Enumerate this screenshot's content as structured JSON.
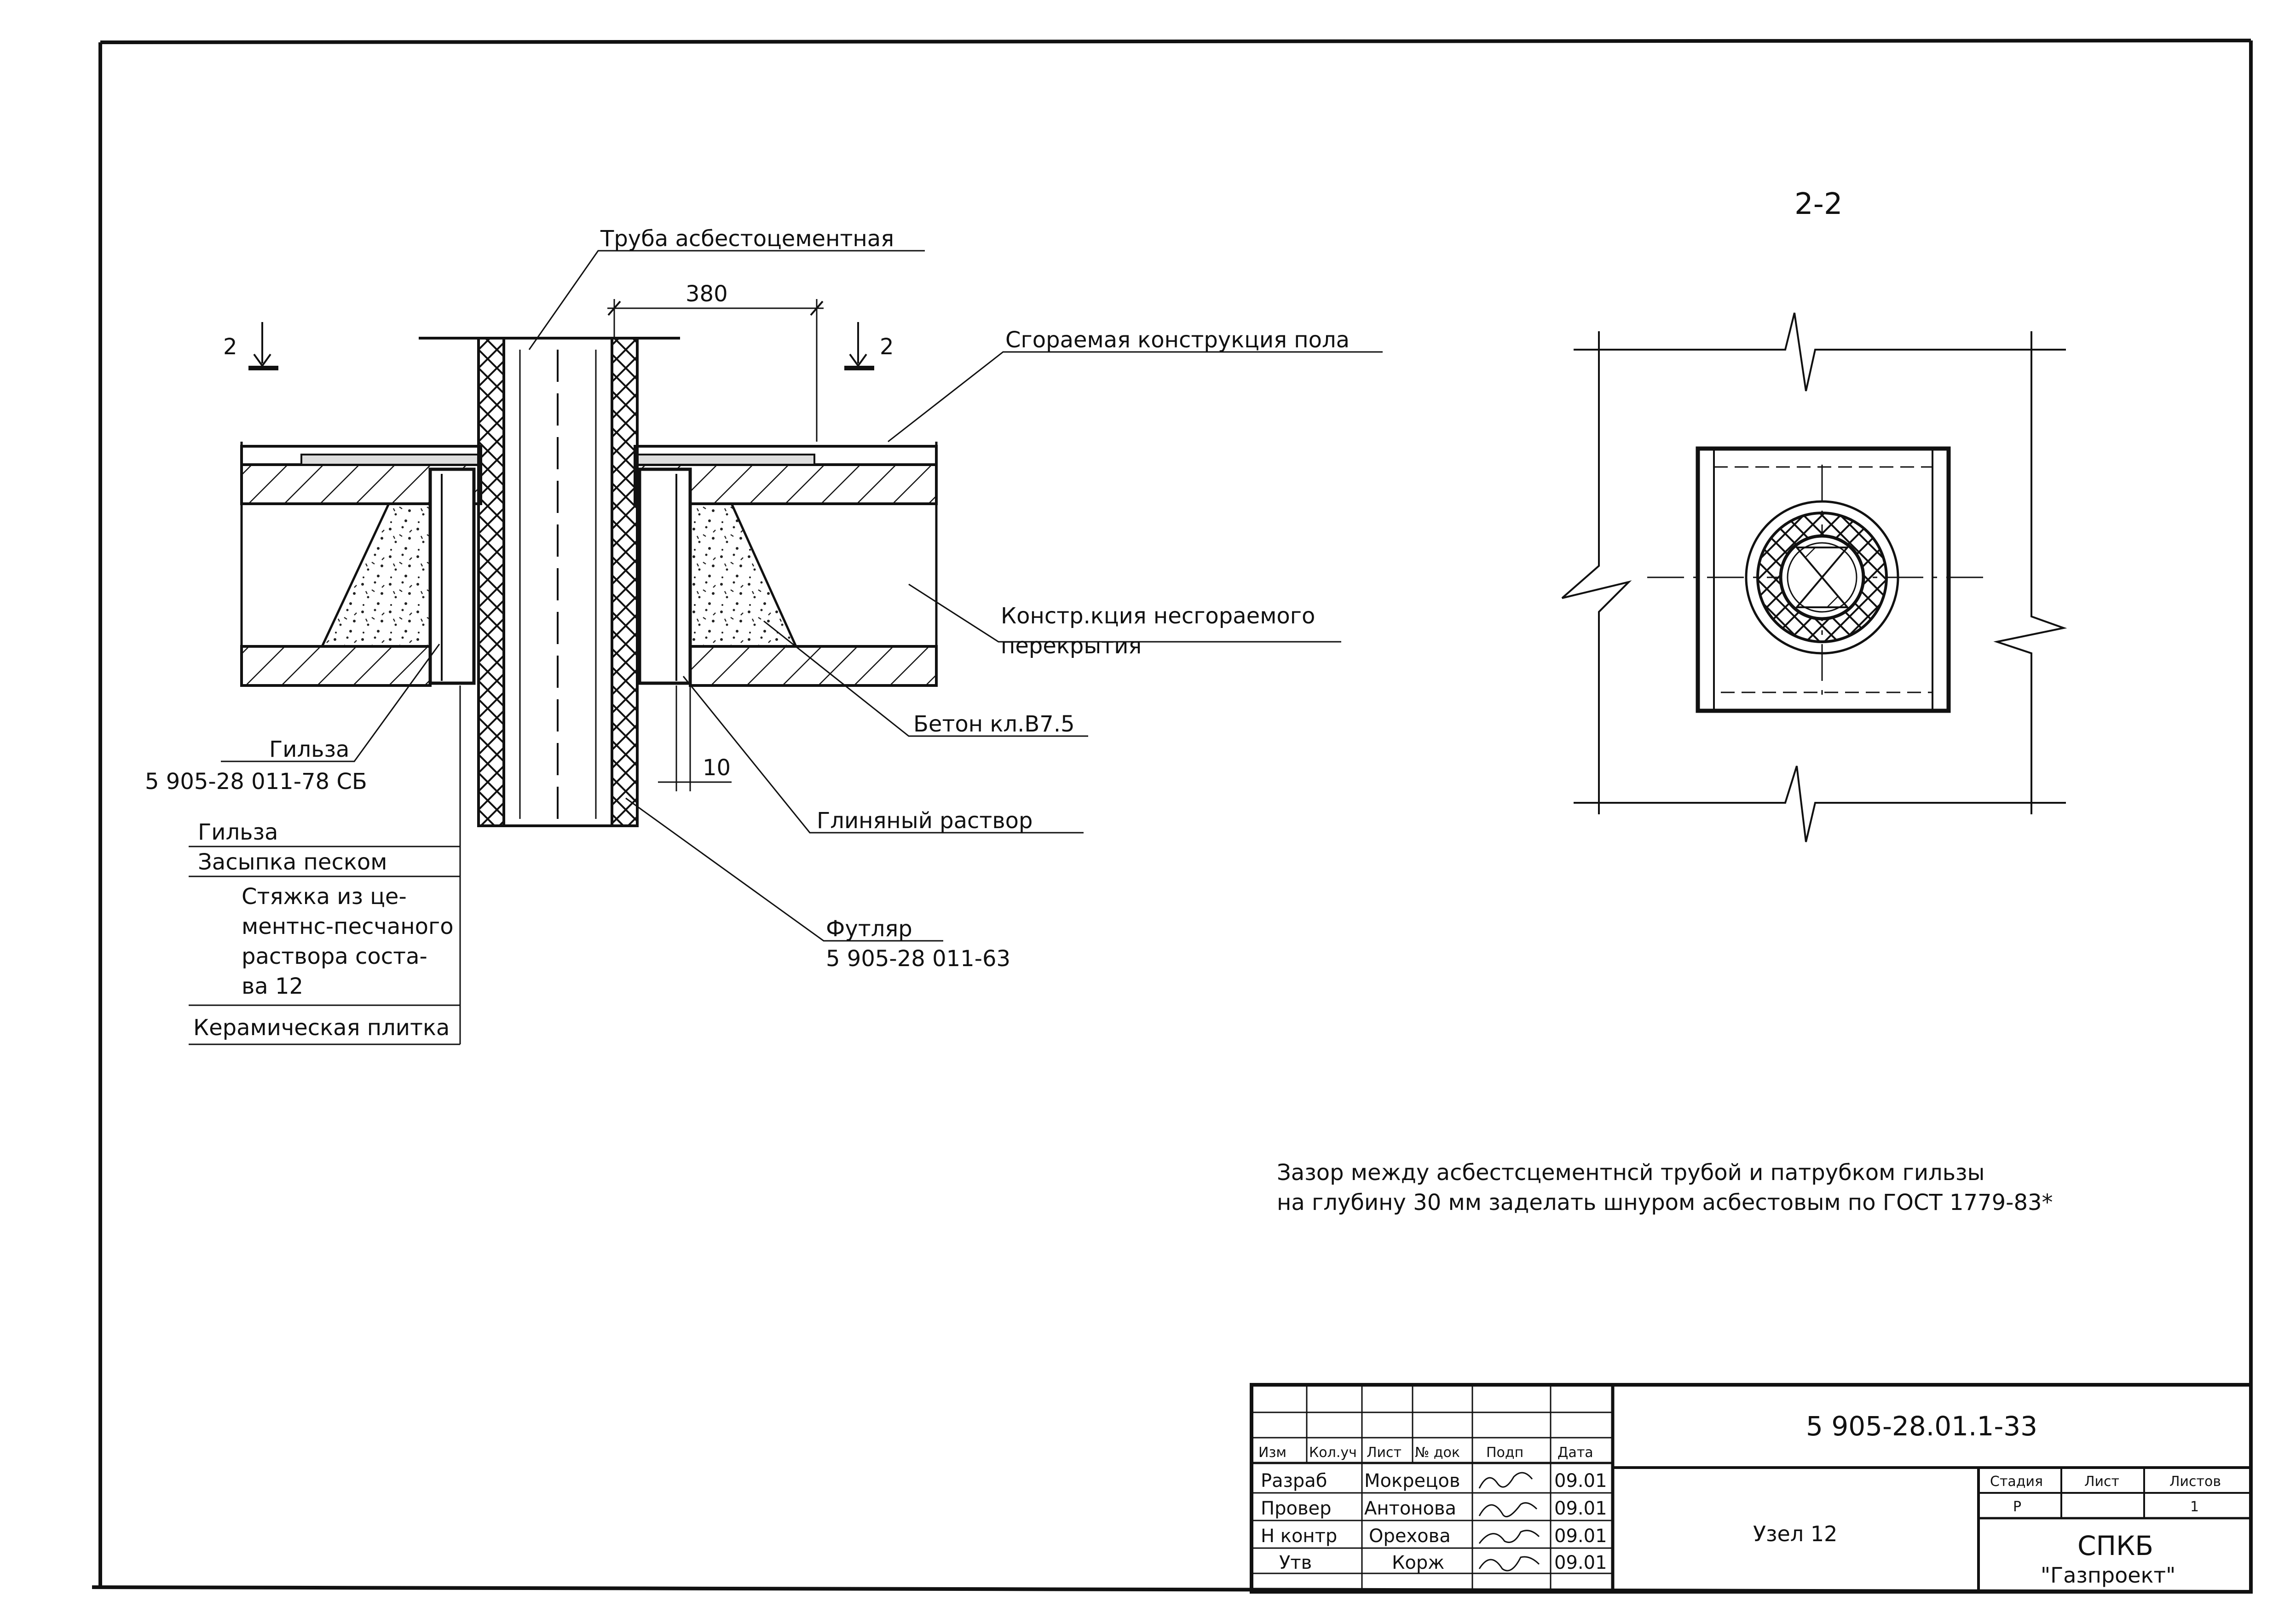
{
  "section_label": "2-2",
  "section_mark": "2",
  "dimensions": {
    "width_380": "380",
    "gap_10": "10"
  },
  "callouts": {
    "pipe": "Труба асбестоцементная",
    "floor": "Сгораемая конструкция пола",
    "slab_line1": "Констр.кция несгораемого",
    "slab_line2": "перекрытия",
    "concrete": "Бетон кл.В7.5",
    "clay": "Глиняный раствор",
    "case_line1": "Футляр",
    "case_line2": "5 905-28 011-63",
    "sleeve_line1": "Гильза",
    "sleeve_line2": "5 905-28 011-78 СБ"
  },
  "layers": [
    "Гильза",
    "Засыпка песком",
    "Стяжка из це-",
    "ментнс-песчаного",
    "раствора соста-",
    "ва 12",
    "Керамическая плитка"
  ],
  "note": {
    "line1": "Зазор между асбестсцементнсй трубой и патрубком гильзы",
    "line2": "на глубину 30 мм заделать шнуром асбестовым по ГОСТ 1779-83*"
  },
  "title_block": {
    "code": "5 905-28.01.1-33",
    "title": "Узел 12",
    "headers": [
      "Изм",
      "Кол.уч",
      "Лист",
      "№ док",
      "Подп",
      "Дата"
    ],
    "rows": [
      {
        "role": "Разраб",
        "name": "Мокрецов",
        "date": "09.01"
      },
      {
        "role": "Провер",
        "name": "Антонова",
        "date": "09.01"
      },
      {
        "role": "Н контр",
        "name": "Орехова",
        "date": "09.01"
      },
      {
        "role": "Утв",
        "name": "Корж",
        "date": "09.01"
      }
    ],
    "stage_label": "Стадия",
    "sheet_label": "Лист",
    "sheets_label": "Листов",
    "stage": "Р",
    "sheets": "1",
    "org_line1": "СПКБ",
    "org_line2": "\"Газпроект\""
  }
}
